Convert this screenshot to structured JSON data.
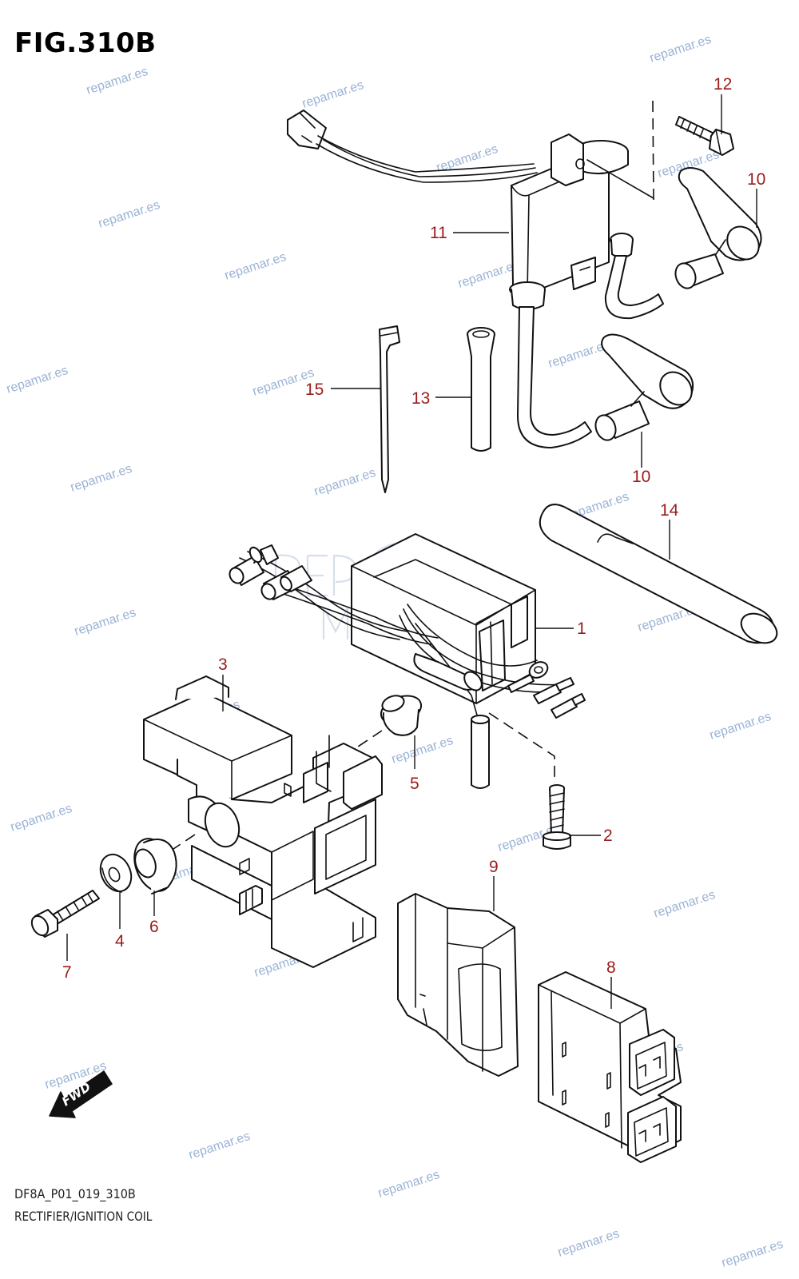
{
  "figure": {
    "title": "FIG.310B",
    "code": "DF8A_P01_019_310B",
    "name": "RECTIFIER/IGNITION COIL"
  },
  "callouts": [
    {
      "id": "12",
      "label": "12"
    },
    {
      "id": "10a",
      "label": "10"
    },
    {
      "id": "11",
      "label": "11"
    },
    {
      "id": "15",
      "label": "15"
    },
    {
      "id": "13",
      "label": "13"
    },
    {
      "id": "10b",
      "label": "10"
    },
    {
      "id": "14",
      "label": "14"
    },
    {
      "id": "1",
      "label": "1"
    },
    {
      "id": "3",
      "label": "3"
    },
    {
      "id": "5",
      "label": "5"
    },
    {
      "id": "2",
      "label": "2"
    },
    {
      "id": "9",
      "label": "9"
    },
    {
      "id": "4",
      "label": "4"
    },
    {
      "id": "6",
      "label": "6"
    },
    {
      "id": "7",
      "label": "7"
    },
    {
      "id": "8",
      "label": "8"
    }
  ],
  "direction_marker": {
    "label": "FWD"
  },
  "watermark": {
    "text": "repamar.es",
    "color": "#8aa6cf"
  },
  "colors": {
    "callout": "#9b1c1c",
    "line": "#111111"
  }
}
